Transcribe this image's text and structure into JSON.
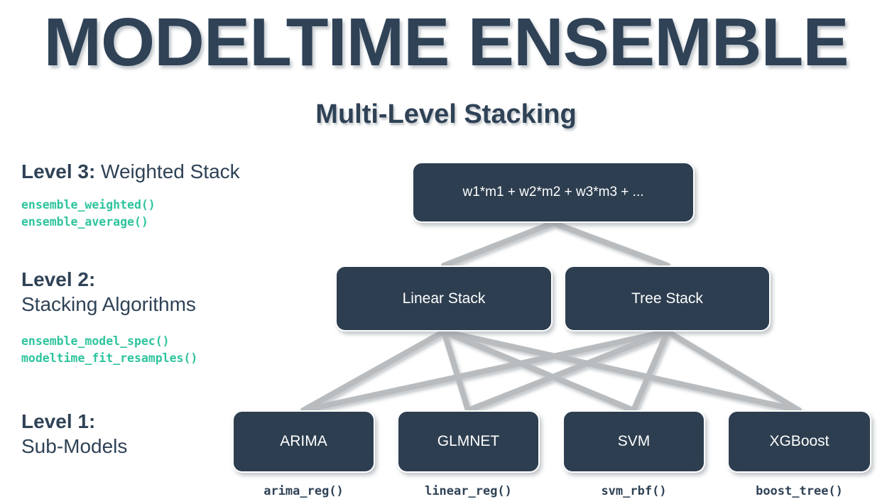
{
  "header": {
    "title": "MODELTIME ENSEMBLE",
    "subtitle": "Multi-Level Stacking"
  },
  "colors": {
    "node_fill": "#2d3e50",
    "text_dark": "#2f4256",
    "code_teal": "#2ec49e",
    "edge_gray": "#b9bcbe",
    "background": "#ffffff"
  },
  "levels": [
    {
      "id": "level-3",
      "label_strong": "Level 3:",
      "label_rest": " Weighted Stack",
      "label_lines": [
        "Level 3: Weighted Stack"
      ],
      "functions": [
        "ensemble_weighted()",
        "ensemble_average()"
      ]
    },
    {
      "id": "level-2",
      "label_strong": "Level 2:",
      "label_rest": "Stacking Algorithms",
      "label_lines": [
        "Level 2:",
        "Stacking Algorithms"
      ],
      "functions": [
        "ensemble_model_spec()",
        "modeltime_fit_resamples()"
      ]
    },
    {
      "id": "level-1",
      "label_strong": "Level 1:",
      "label_rest": "Sub-Models",
      "label_lines": [
        "Level 1:",
        "Sub-Models"
      ],
      "functions": []
    }
  ],
  "nodes": {
    "level3": [
      {
        "id": "weighted-stack",
        "label": "w1*m1 + w2*m2 + w3*m3 + ..."
      }
    ],
    "level2": [
      {
        "id": "linear-stack",
        "label": "Linear Stack"
      },
      {
        "id": "tree-stack",
        "label": "Tree Stack"
      }
    ],
    "level1": [
      {
        "id": "arima",
        "label": "ARIMA",
        "code": "arima_reg()"
      },
      {
        "id": "glmnet",
        "label": "GLMNET",
        "code": "linear_reg()"
      },
      {
        "id": "svm",
        "label": "SVM",
        "code": "svm_rbf()"
      },
      {
        "id": "xgboost",
        "label": "XGBoost",
        "code": "boost_tree()"
      }
    ]
  },
  "diagram": {
    "type": "stacked-ensemble-tree",
    "edges": [
      {
        "from": "weighted-stack",
        "to": "linear-stack"
      },
      {
        "from": "weighted-stack",
        "to": "tree-stack"
      },
      {
        "from": "linear-stack",
        "to": "arima"
      },
      {
        "from": "linear-stack",
        "to": "glmnet"
      },
      {
        "from": "linear-stack",
        "to": "svm"
      },
      {
        "from": "linear-stack",
        "to": "xgboost"
      },
      {
        "from": "tree-stack",
        "to": "arima"
      },
      {
        "from": "tree-stack",
        "to": "glmnet"
      },
      {
        "from": "tree-stack",
        "to": "svm"
      },
      {
        "from": "tree-stack",
        "to": "xgboost"
      }
    ]
  }
}
